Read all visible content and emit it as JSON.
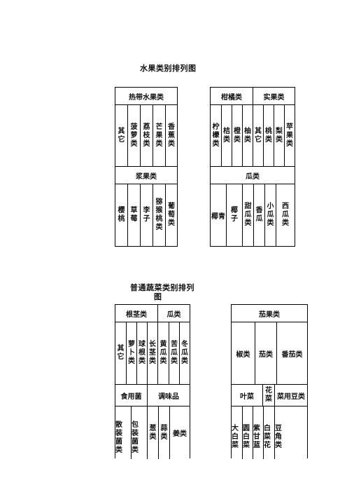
{
  "fruit": {
    "title": "水果类别排列图",
    "tropical": {
      "header": "热带水果类",
      "items": [
        "其它",
        "菠萝类",
        "荔枝类",
        "芒果类",
        "香蕉类"
      ]
    },
    "berry": {
      "header": "浆果类",
      "items": [
        "樱桃",
        "草莓",
        "李子",
        "猕猴桃类",
        "葡萄类"
      ]
    },
    "citrus": {
      "header": "柑橘类",
      "items": [
        "柠檬类",
        "桔类",
        "橙类",
        "柚类"
      ]
    },
    "pome": {
      "header": "实果类",
      "items": [
        "其它",
        "桃类",
        "梨类",
        "苹果类"
      ]
    },
    "melon": {
      "header": "瓜类",
      "items": [
        "椰青",
        "椰子",
        "甜瓜类",
        "香瓜",
        "小瓜类",
        "西瓜类"
      ]
    }
  },
  "vegetable": {
    "title_line1": "普通蔬菜类别排列",
    "title_line2": "图",
    "root": {
      "header": "根茎类",
      "items": [
        "其它",
        "萝卜类",
        "球根类",
        "长茎类"
      ]
    },
    "gourd": {
      "header": "瓜类",
      "items": [
        "黄瓜类",
        "苦瓜类",
        "冬瓜类"
      ]
    },
    "fungi": {
      "header": "食用菌",
      "items": [
        "散装菌类",
        "包装菌类"
      ]
    },
    "seasoning": {
      "header": "调味品",
      "items": [
        "葱类",
        "蒜类",
        "姜类"
      ]
    },
    "solanaceous": {
      "header": "茄果类",
      "items": [
        "椒类",
        "茄类",
        "番茄类"
      ]
    },
    "leafy": {
      "header": "叶菜",
      "items": [
        "大白菜",
        "圆白菜",
        "紫甘蓝"
      ]
    },
    "flower": {
      "header": "花菜",
      "items": [
        "白菜花"
      ]
    },
    "beans": {
      "header": "菜用豆类",
      "items": [
        "豆角类"
      ]
    }
  }
}
